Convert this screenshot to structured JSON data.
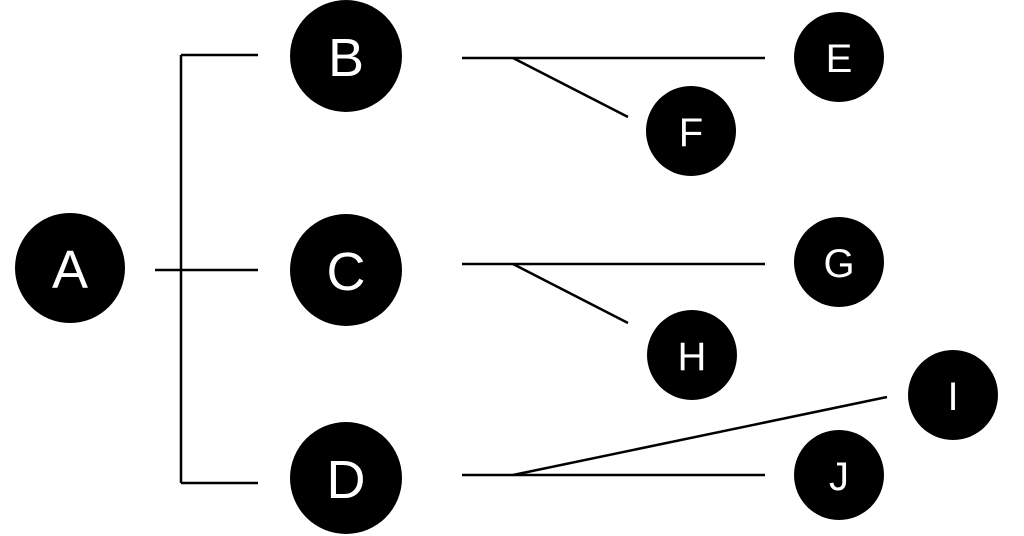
{
  "diagram": {
    "type": "tree",
    "nodes": [
      {
        "id": "A",
        "label": "A"
      },
      {
        "id": "B",
        "label": "B"
      },
      {
        "id": "C",
        "label": "C"
      },
      {
        "id": "D",
        "label": "D"
      },
      {
        "id": "E",
        "label": "E"
      },
      {
        "id": "F",
        "label": "F"
      },
      {
        "id": "G",
        "label": "G"
      },
      {
        "id": "H",
        "label": "H"
      },
      {
        "id": "I",
        "label": "I"
      },
      {
        "id": "J",
        "label": "J"
      }
    ],
    "edges": [
      {
        "from": "A",
        "to": "B"
      },
      {
        "from": "A",
        "to": "C"
      },
      {
        "from": "A",
        "to": "D"
      },
      {
        "from": "B",
        "to": "E"
      },
      {
        "from": "B",
        "to": "F"
      },
      {
        "from": "C",
        "to": "G"
      },
      {
        "from": "C",
        "to": "H"
      },
      {
        "from": "D",
        "to": "I"
      },
      {
        "from": "D",
        "to": "J"
      }
    ]
  }
}
